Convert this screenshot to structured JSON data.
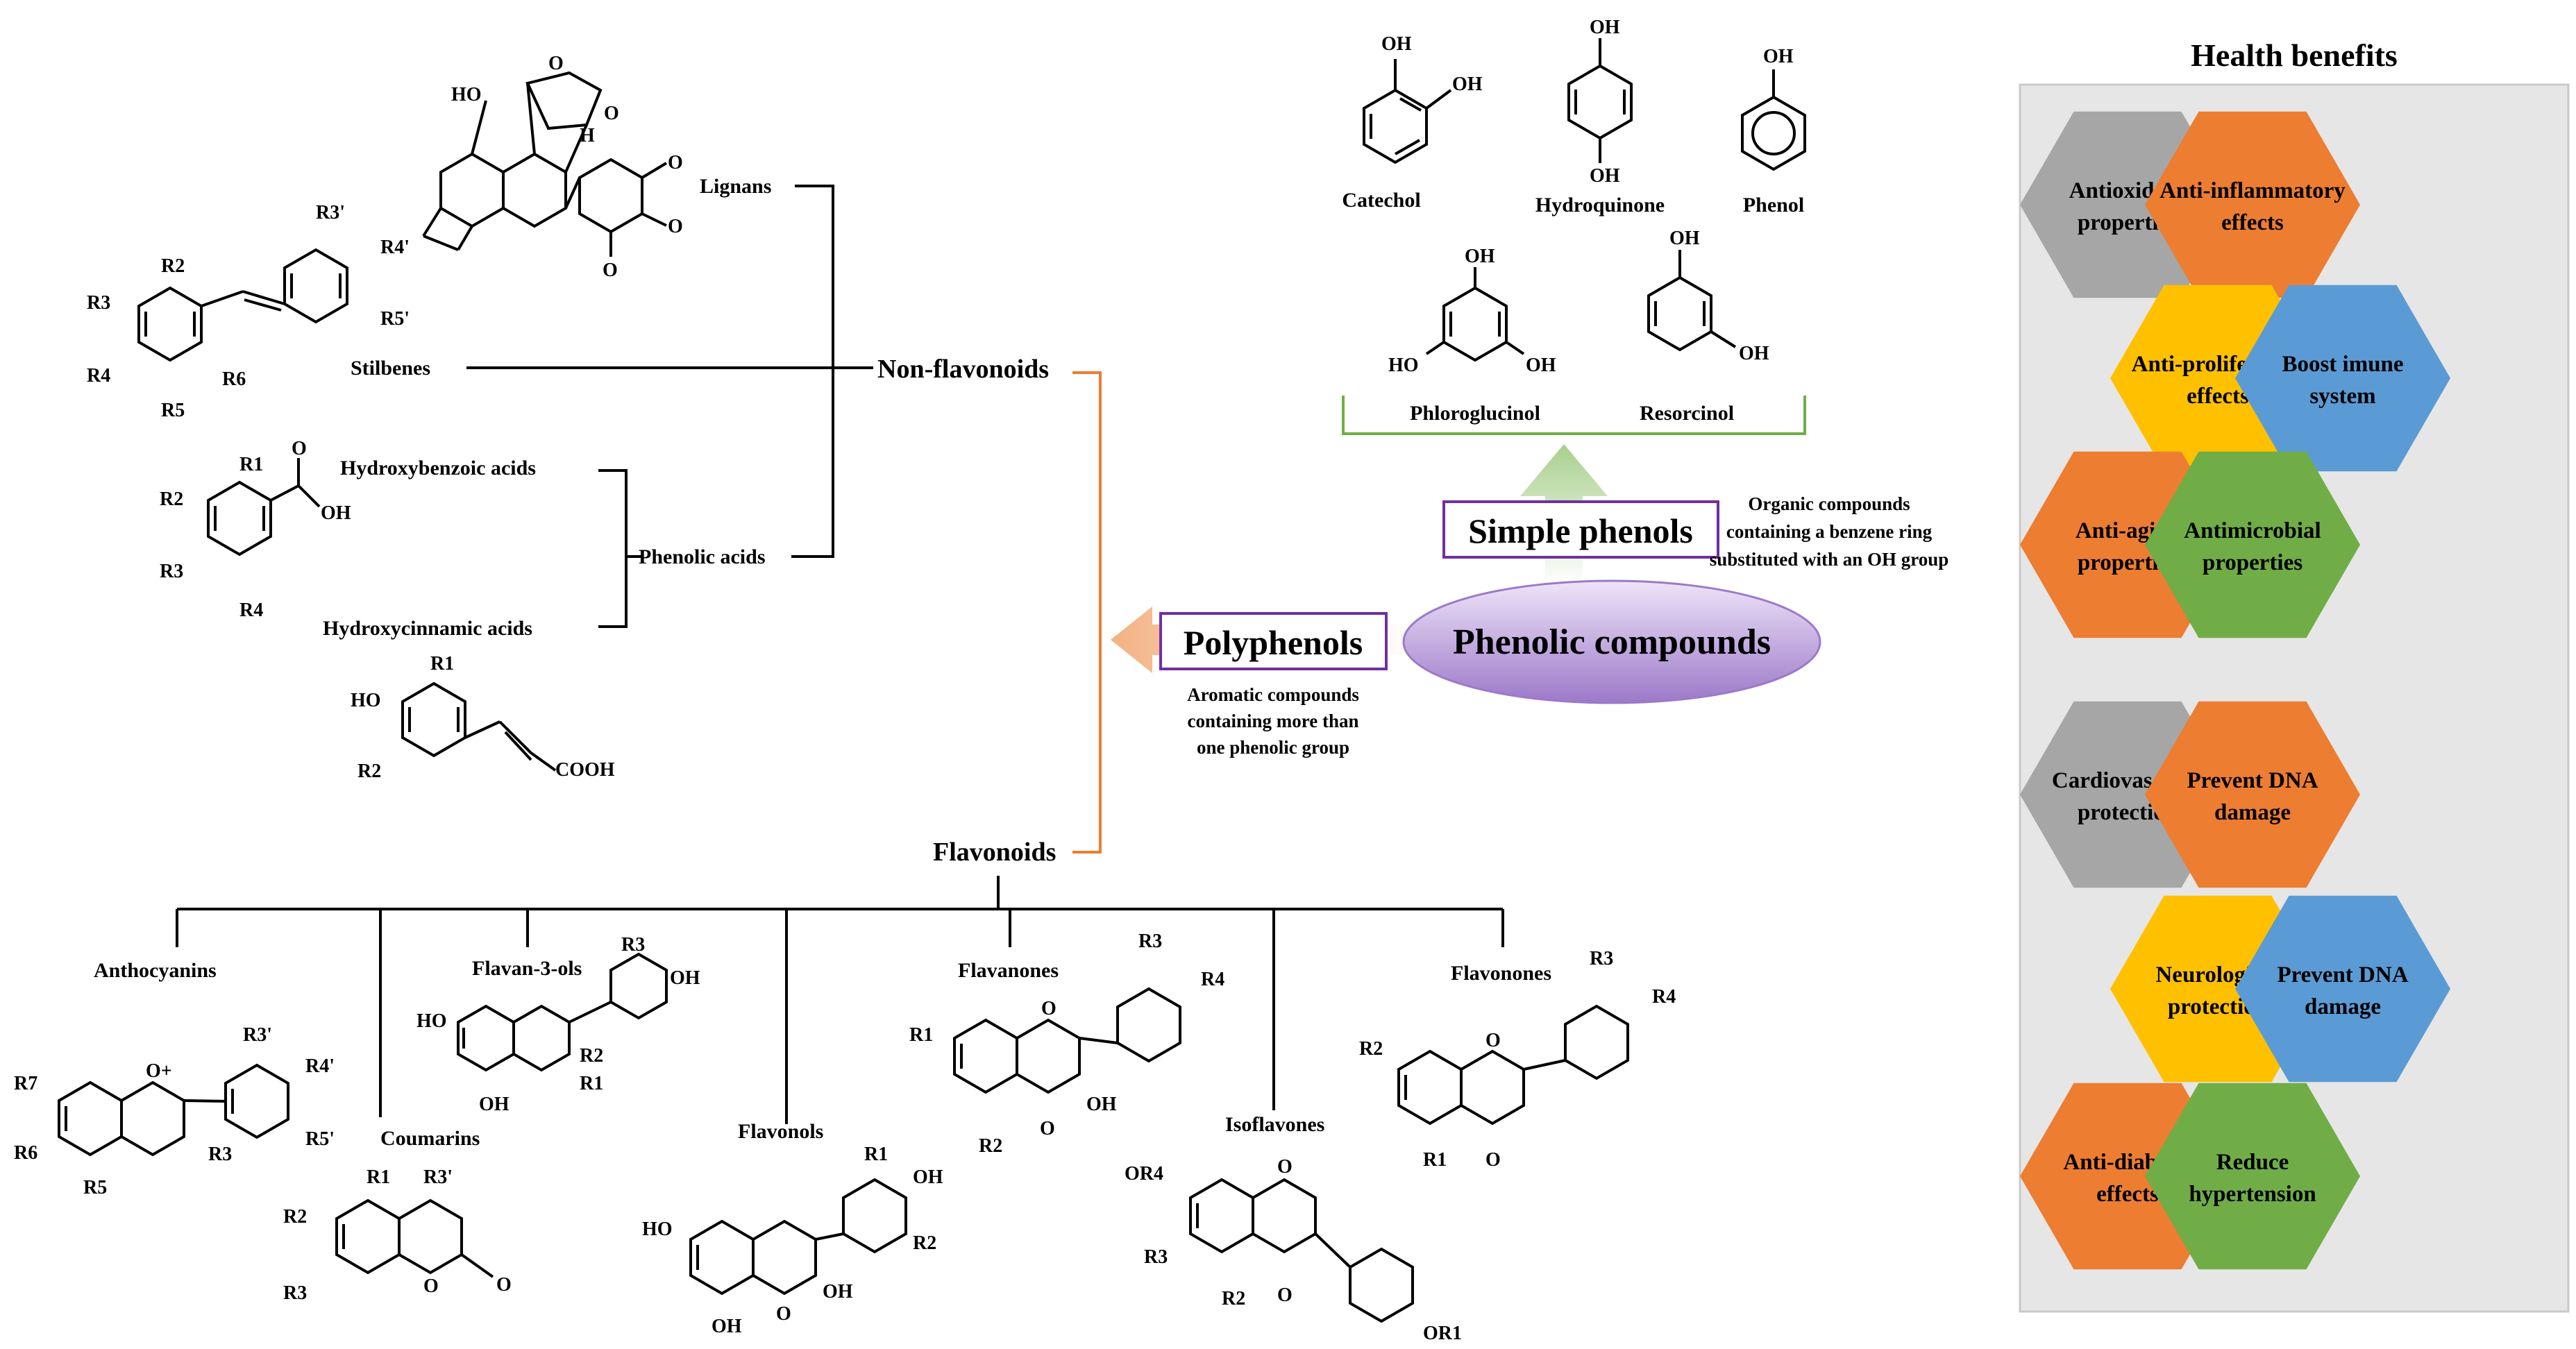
{
  "center": {
    "title": "Phenolic compounds",
    "simple_phenols": "Simple phenols",
    "simple_desc": [
      "Organic  compounds",
      "containing a benzene ring",
      "substituted with an OH group"
    ],
    "polyphenols": "Polyphenols",
    "poly_desc": [
      "Aromatic compounds",
      "containing more than",
      "one phenolic group"
    ]
  },
  "simple": {
    "catechol": "Catechol",
    "hydroquinone": "Hydroquinone",
    "phenol": "Phenol",
    "phloroglucinol": "Phloroglucinol",
    "resorcinol": "Resorcinol"
  },
  "nonflav": {
    "title": "Non-flavonoids",
    "lignans": "Lignans",
    "stilbenes": "Stilbenes",
    "phenolic_acids": "Phenolic acids",
    "hydroxybenzoic": "Hydroxybenzoic acids",
    "hydroxycinnamic": "Hydroxycinnamic acids"
  },
  "flav": {
    "title": "Flavonoids",
    "anthocyanins": "Anthocyanins",
    "coumarins": "Coumarins",
    "flavan3ols": "Flavan-3-ols",
    "flavonols": "Flavonols",
    "flavanones": "Flavanones",
    "isoflavones": "Isoflavones",
    "flavonones": "Flavonones"
  },
  "health": {
    "title": "Health benefits",
    "items": [
      {
        "label": [
          "Antioxidant",
          "properties"
        ],
        "color": "#a6a6a6"
      },
      {
        "label": [
          "Anti-inflammatory",
          "effects"
        ],
        "color": "#ed7d31"
      },
      {
        "label": [
          "Anti-proliferative",
          "effects"
        ],
        "color": "#ffc000"
      },
      {
        "label": [
          "Boost imune",
          "system"
        ],
        "color": "#5b9bd5"
      },
      {
        "label": [
          "Anti-aging",
          "properties"
        ],
        "color": "#ed7d31"
      },
      {
        "label": [
          "Antimicrobial",
          "properties"
        ],
        "color": "#70ad47"
      },
      {
        "label": [
          "Cardiovascular",
          "protection"
        ],
        "color": "#a6a6a6"
      },
      {
        "label": [
          "Prevent DNA",
          "damage"
        ],
        "color": "#ed7d31"
      },
      {
        "label": [
          "Neurological",
          "protection"
        ],
        "color": "#ffc000"
      },
      {
        "label": [
          "Prevent DNA",
          "damage"
        ],
        "color": "#5b9bd5"
      },
      {
        "label": [
          "Anti-diabetic",
          "effects"
        ],
        "color": "#ed7d31"
      },
      {
        "label": [
          "Reduce",
          "hypertension"
        ],
        "color": "#70ad47"
      }
    ]
  },
  "chem_labels": {
    "oh": "OH",
    "ho": "HO",
    "h": "H",
    "o": "O",
    "cooh": "COOH",
    "r1": "R1",
    "r2": "R2",
    "r3": "R3",
    "r4": "R4",
    "r5": "R5",
    "r6": "R6",
    "r7": "R7",
    "r3p": "R3'",
    "r4p": "R4'",
    "r5p": "R5'",
    "or1": "OR1",
    "or4": "OR4",
    "o_plus": "O+"
  },
  "colors": {
    "ellipse_top": "#e2d4f2",
    "ellipse_bottom": "#9c79c9",
    "box_border": "#7030a0",
    "green_arrow": "#a9d08e",
    "orange_arrow": "#f4b183",
    "orange_line": "#ed7d31",
    "green_bracket": "#70ad47",
    "panel_bg": "#e7e6e6"
  }
}
